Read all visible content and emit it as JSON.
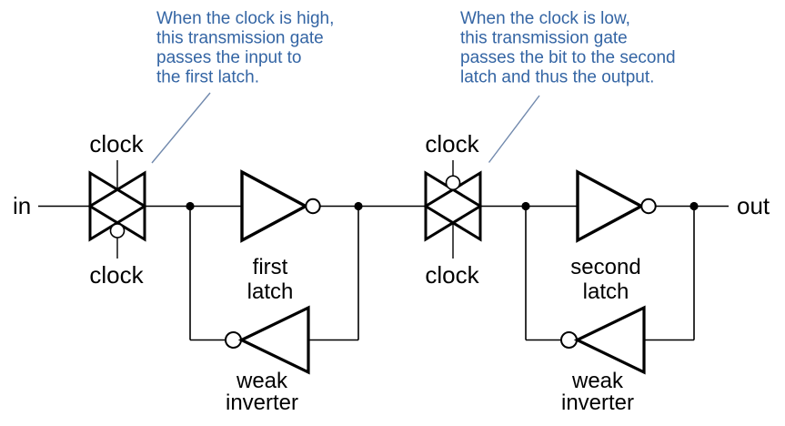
{
  "page": {
    "background": "#ffffff"
  },
  "colors": {
    "circuit": "#000000",
    "annotation_text": "#3465a4",
    "leader_line": "#7189ad"
  },
  "annotations": {
    "left": {
      "line1": "When the clock is high,",
      "line2": "this transmission gate",
      "line3": "passes the input to",
      "line4": "the first latch."
    },
    "right": {
      "line1": "When the clock is low,",
      "line2": "this transmission gate",
      "line3": "passes the bit to the second",
      "line4": "latch and thus the output."
    }
  },
  "io": {
    "input": "in",
    "output": "out"
  },
  "circuit1": {
    "clock_top": "clock",
    "clock_bottom": "clock",
    "latch_line1": "first",
    "latch_line2": "latch",
    "weak_line1": "weak",
    "weak_line2": "inverter"
  },
  "circuit2": {
    "clock_top": "clock",
    "clock_bottom": "clock",
    "latch_line1": "second",
    "latch_line2": "latch",
    "weak_line1": "weak",
    "weak_line2": "inverter"
  }
}
